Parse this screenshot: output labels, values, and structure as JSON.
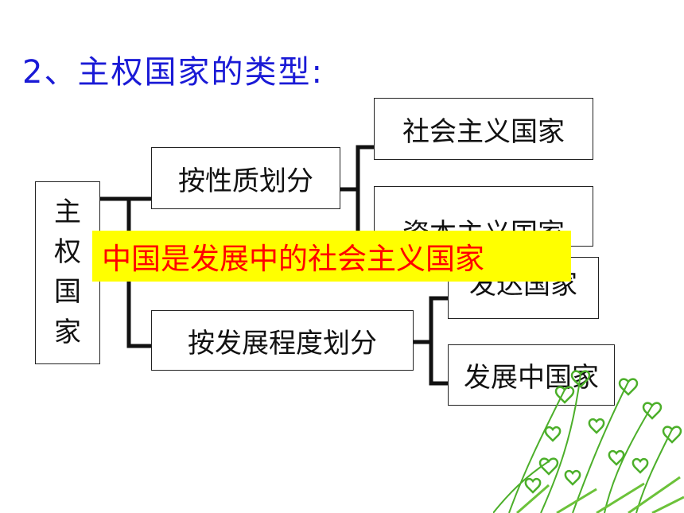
{
  "title": "2、主权国家的类型:",
  "root": {
    "chars": [
      "主",
      "权",
      "国",
      "家"
    ]
  },
  "branches": {
    "nature": {
      "label": "按性质划分",
      "children": [
        "社会主义国家",
        "资本主义国家"
      ]
    },
    "development": {
      "label": "按发展程度划分",
      "children": [
        "发达国家",
        "发展中国家"
      ]
    }
  },
  "highlight": "中国是发展中的社会主义国家",
  "colors": {
    "title": "#1a1ad6",
    "highlight_bg": "#ffff00",
    "highlight_text": "#ff0000",
    "decoration": "#4caf2a"
  }
}
